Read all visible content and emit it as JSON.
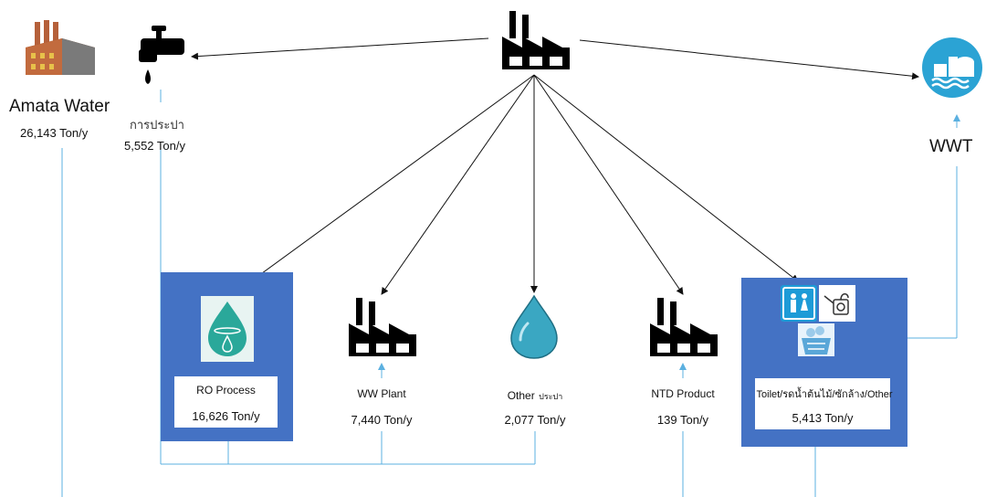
{
  "sources": {
    "amata": {
      "name": "Amata Water",
      "flow": "26,143 Ton/y",
      "icon": "factory-building-icon"
    },
    "pwa": {
      "name": "การประปา",
      "flow": "5,552 Ton/y",
      "icon": "water-tap-icon"
    }
  },
  "hub": {
    "icon": "factory-icon"
  },
  "wwt": {
    "name": "WWT",
    "icon": "wastewater-treatment-icon"
  },
  "consumers": [
    {
      "id": "ro",
      "label": "RO Process",
      "flow": "16,626 Ton/y",
      "icon": "ro-droplet-icon"
    },
    {
      "id": "ww",
      "label": "WW Plant",
      "flow": "7,440 Ton/y",
      "icon": "factory-icon"
    },
    {
      "id": "other",
      "label": "Other",
      "label_suffix": "ประปา",
      "flow": "2,077 Ton/y",
      "icon": "water-drop-icon"
    },
    {
      "id": "ntd",
      "label": "NTD Product",
      "flow": "139 Ton/y",
      "icon": "factory-icon"
    },
    {
      "id": "toilet",
      "label": "Toilet/รดน้ำต้นไม้/ซักล้าง/Other",
      "flow": "5,413 Ton/y",
      "icon": "restroom-icon"
    }
  ],
  "colors": {
    "box_blue": "#4472c4",
    "pipe_blue": "#5bb0e0",
    "arrow_black": "#111111",
    "teal": "#2aa89a",
    "wwt_circle": "#2ba3d4"
  }
}
